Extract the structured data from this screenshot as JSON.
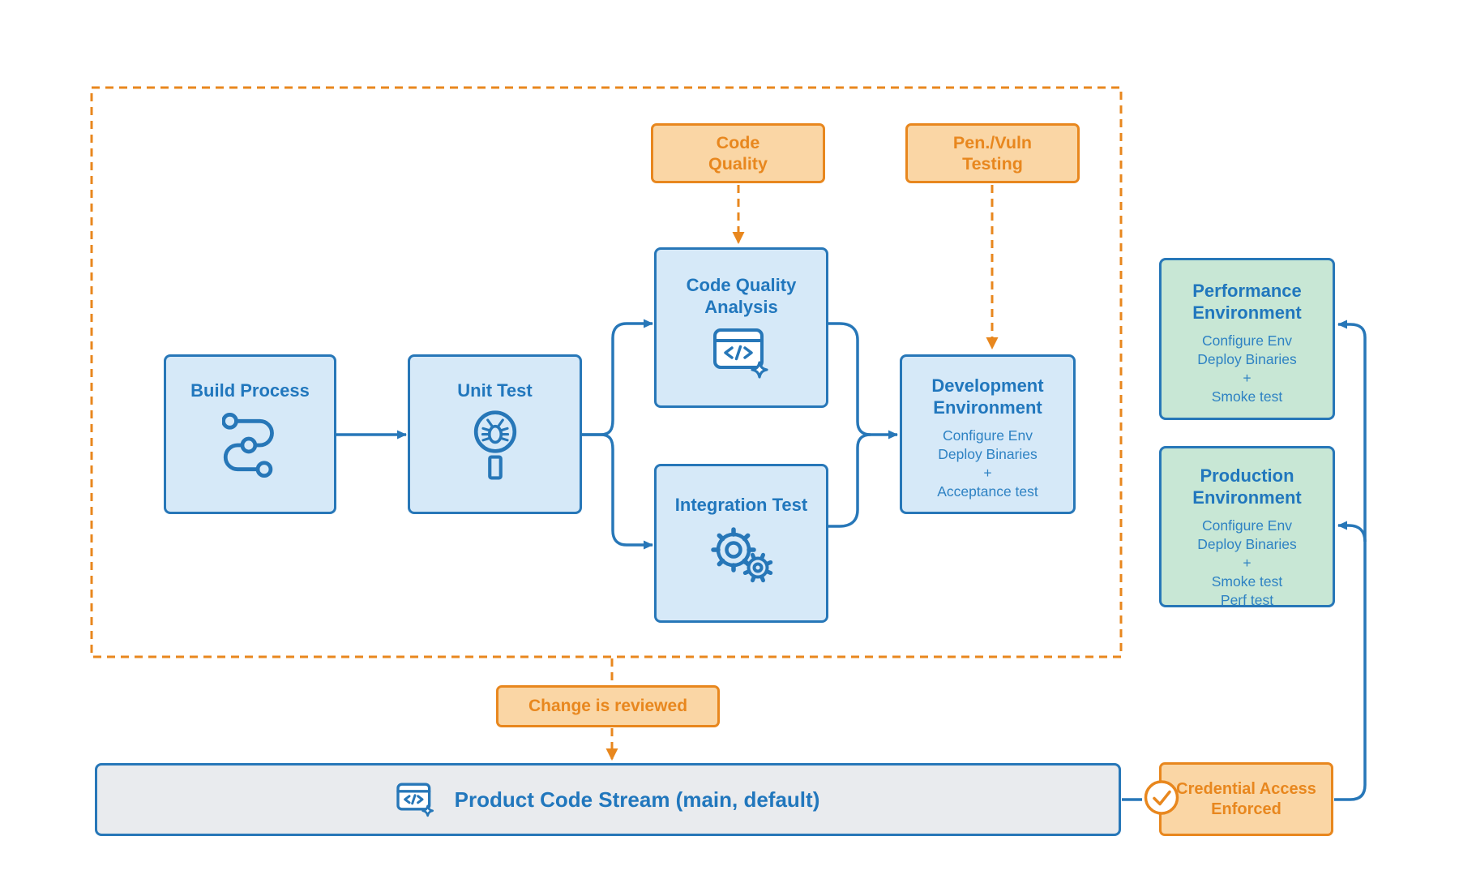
{
  "palette": {
    "blue_border": "#2777b8",
    "blue_title_text": "#2177bd",
    "blue_body_text": "#2e82c3",
    "light_blue_fill": "#d6e9f8",
    "orange": "#e8871e",
    "orange_fill": "#fad6a5",
    "green_fill": "#c8e7d5",
    "gray_fill": "#e9ebee",
    "background": "#ffffff"
  },
  "pipeline": {
    "build": {
      "label": "Build Process",
      "icon": "workflow-icon"
    },
    "unit": {
      "label": "Unit Test",
      "icon": "bug-magnifier-icon"
    },
    "cqa": {
      "label": "Code Quality\nAnalysis",
      "icon": "code-window-sparkle-icon"
    },
    "integration": {
      "label": "Integration Test",
      "icon": "gears-icon"
    },
    "dev": {
      "title": "Development\nEnvironment",
      "body": "Configure Env\nDeploy Binaries\n+\nAcceptance test"
    }
  },
  "environments": {
    "performance": {
      "title": "Performance\nEnvironment",
      "body": "Configure Env\nDeploy Binaries\n+\nSmoke test"
    },
    "production": {
      "title": "Production\nEnvironment",
      "body": "Configure Env\nDeploy Binaries\n+\nSmoke test\nPerf test"
    }
  },
  "annotations": {
    "code_quality": {
      "label": "Code\nQuality"
    },
    "pen_vuln": {
      "label": "Pen./Vuln\nTesting"
    },
    "change_reviewed": {
      "label": "Change is reviewed"
    },
    "credential": {
      "label": "Credential Access\nEnforced",
      "icon": "check-circle-icon"
    }
  },
  "stream": {
    "label": "Product Code Stream (main, default)",
    "icon": "code-window-sparkle-icon"
  }
}
